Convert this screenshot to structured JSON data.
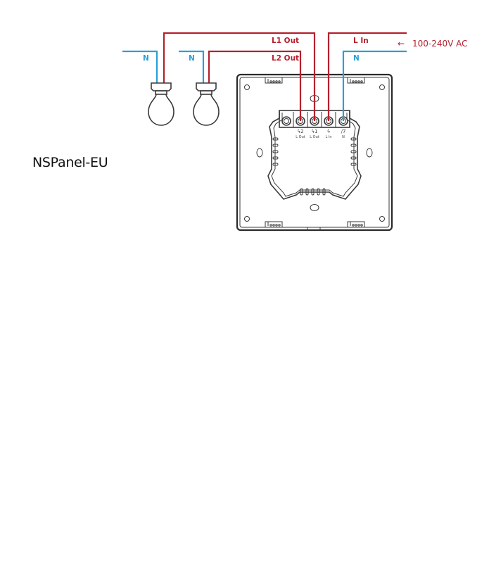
{
  "device_title": "NSPanel-EU",
  "supply_label": "100-240V AC",
  "supply_arrow": "←",
  "wires": {
    "l1_out": "L1 Out",
    "l2_out": "L2 Out",
    "l_in": "L In",
    "n_supply": "N",
    "n_bulb1": "N",
    "n_bulb2": "N"
  },
  "terminals": [
    {
      "symbol": "",
      "label": ""
    },
    {
      "symbol": "ϟ2",
      "label": "L Out"
    },
    {
      "symbol": "ϟ1",
      "label": "L Out"
    },
    {
      "symbol": "ϟ",
      "label": "L In"
    },
    {
      "symbol": "/7",
      "label": "N"
    }
  ],
  "colors": {
    "live": "#b5202f",
    "neutral": "#2a9fd6",
    "outline": "#3a3a3a"
  }
}
